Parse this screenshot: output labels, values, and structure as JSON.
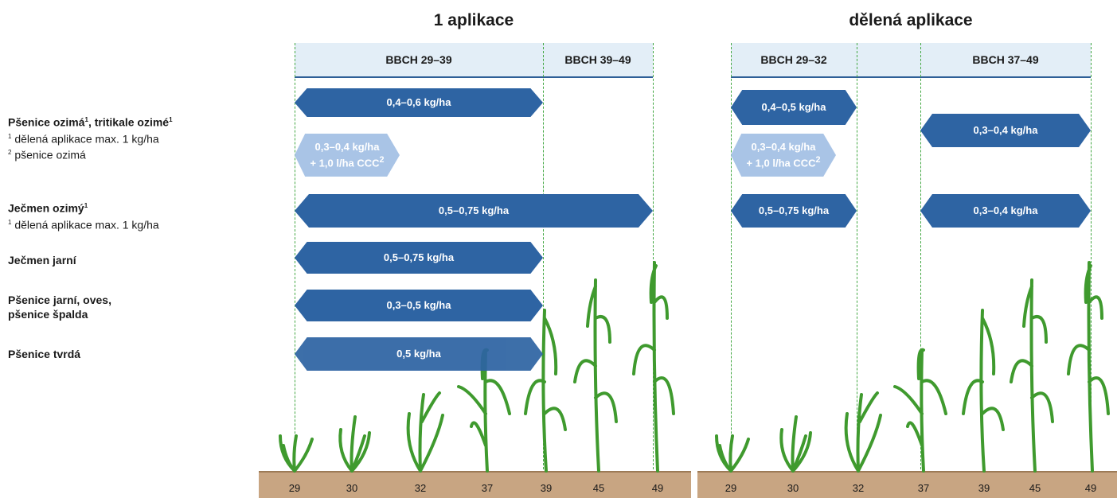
{
  "panels": {
    "single_title": "1 aplikace",
    "split_title": "dělená aplikace"
  },
  "stages": {
    "single_1": "BBCH 29–39",
    "single_2": "BBCH 39–49",
    "split_1": "BBCH 29–32",
    "split_2": "BBCH 37–49"
  },
  "rows": {
    "r1_title": "Pšenice ozimá",
    "r1_sup_a": "1",
    "r1_sep": ", tritikale ozimé",
    "r1_sup_b": "1",
    "r1_note1_sup": "1",
    "r1_note1": " dělená aplikace max. 1 kg/ha",
    "r1_note2_sup": "2",
    "r1_note2": " pšenice ozimá",
    "r2_title": "Ječmen ozimý",
    "r2_sup": "1",
    "r2_note_sup": "1",
    "r2_note": " dělená aplikace max. 1 kg/ha",
    "r3_title": "Ječmen jarní",
    "r4_title_l1": "Pšenice jarní, oves,",
    "r4_title_l2": "pšenice špalda",
    "r5_title": "Pšenice tvrdá"
  },
  "arrows": {
    "s_a1": "0,4–0,6 kg/ha",
    "s_a2_l1": "0,3–0,4 kg/ha",
    "s_a2_l2": "+ 1,0 l/ha CCC",
    "s_a2_sup": "2",
    "s_a3": "0,5–0,75 kg/ha",
    "s_a4": "0,5–0,75 kg/ha",
    "s_a5": "0,3–0,5 kg/ha",
    "s_a6": "0,5 kg/ha",
    "d_a1": "0,4–0,5 kg/ha",
    "d_a2": "0,3–0,4 kg/ha",
    "d_a3_l1": "0,3–0,4 kg/ha",
    "d_a3_l2": "+ 1,0 l/ha CCC",
    "d_a3_sup": "2",
    "d_a4": "0,5–0,75 kg/ha",
    "d_a5": "0,3–0,4 kg/ha"
  },
  "ticks": {
    "left": [
      "29",
      "30",
      "32",
      "37",
      "39",
      "45",
      "49"
    ],
    "right": [
      "29",
      "30",
      "32",
      "37",
      "39",
      "45",
      "49"
    ]
  },
  "colors": {
    "arrow_dark": "#2e64a3",
    "arrow_light": "#a9c4e6",
    "plant_green": "#3f9a2e",
    "soil": "#c8a582",
    "stage_band": "#e3eef7"
  }
}
